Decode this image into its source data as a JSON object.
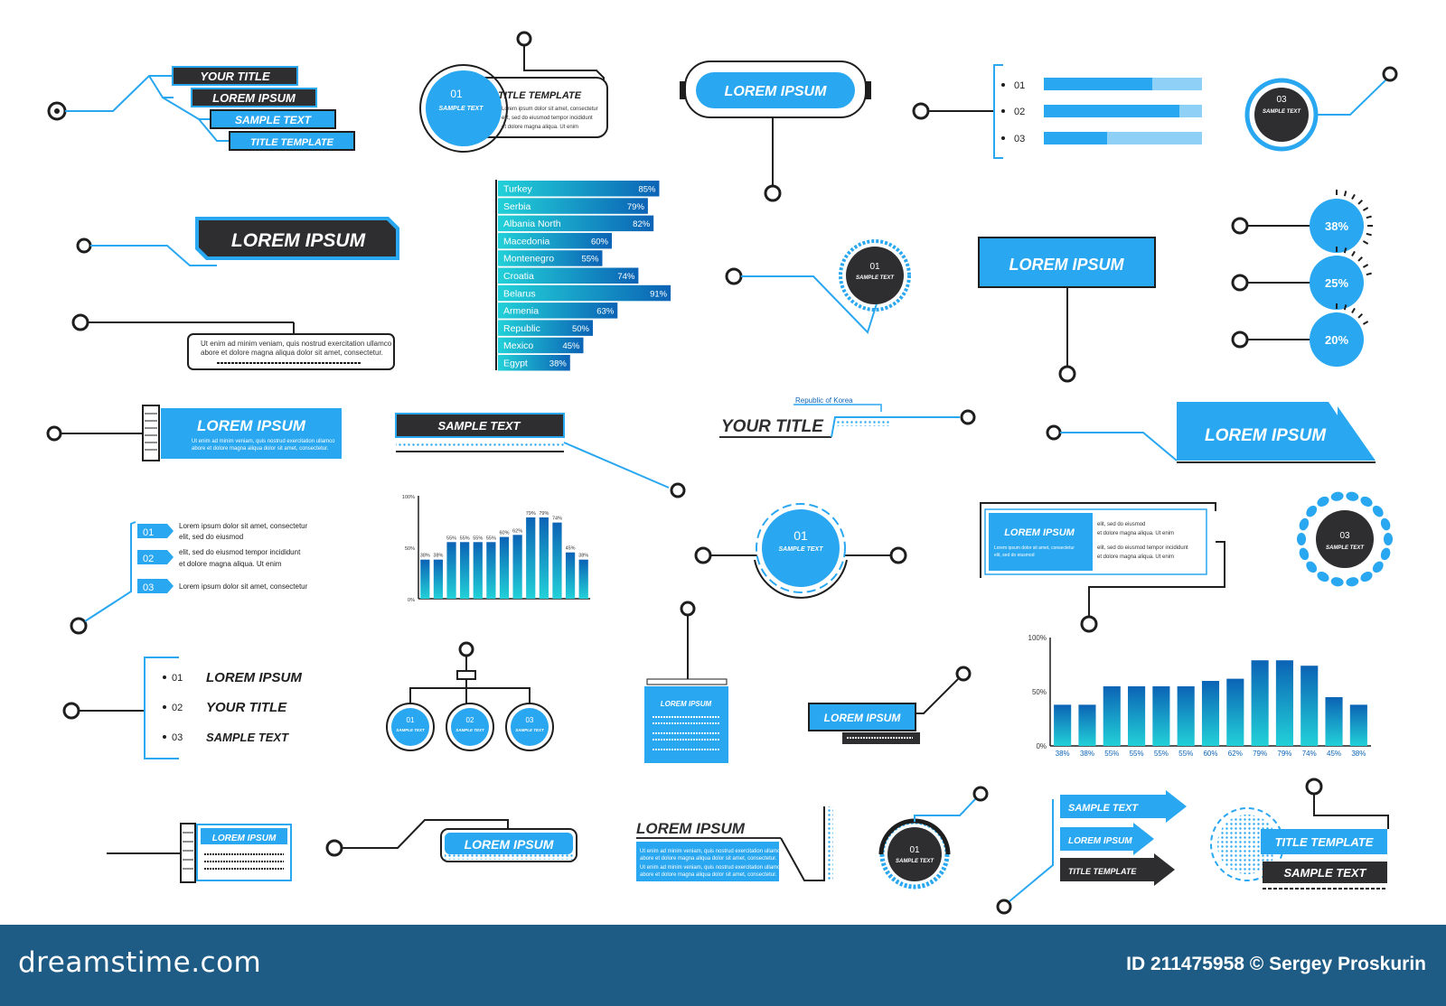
{
  "colors": {
    "blue": "#29a7f0",
    "dark": "#2e2e30",
    "line": "#1e1e1e",
    "deep": "#0b63b5",
    "cyan": "#22d1d8",
    "footer": "#1f5c85"
  },
  "labels": {
    "your_title": "YOUR TITLE",
    "lorem_ipsum": "LOREM IPSUM",
    "sample_text": "SAMPLE TEXT",
    "title_template": "TITLE TEMPLATE",
    "n01": "01",
    "n02": "02",
    "n03": "03",
    "republic_of_korea": "Republic of Korea",
    "lorem_short": "Lorem ipsum dolor sit amet, consectetur",
    "elit_line": "elit, sed do eiusmod",
    "tempor_line": "et dolore magna aliqua. Ut enim",
    "elit_tempor": "elit, sed do eiusmod tempor incididunt",
    "magna_line": "et dolore magna aliqua. Ut enim",
    "ut_enim": "Ut enim ad minim veniam, quis nostrud exercitation ullamco",
    "ut_enim2": "abore et dolore magna aliqua dolor sit amet, consectetur.",
    "ut_enim3": "et dolore magna aliqua. Ut enim",
    "text_block": "Lorem ipsum dolor sit amet, consectetur elit, sed do eiusmod tempor incididunt et dolore magna aliqua. Ut enim",
    "text_block2": "elit, sed do eiusmod tempor incididunt ut labore et dolore magna aliqua."
  },
  "footer": {
    "logo": "dreamstime.com",
    "credit": "ID 211475958 © Sergey Proskurin"
  },
  "chart_data": [
    {
      "type": "bar",
      "orientation": "horizontal",
      "categories": [
        "Turkey",
        "Serbia",
        "Albania North",
        "Macedonia",
        "Montenegro",
        "Croatia",
        "Belarus",
        "Armenia",
        "Republic",
        "Mexico",
        "Egypt"
      ],
      "values": [
        85,
        79,
        82,
        60,
        55,
        74,
        91,
        63,
        50,
        45,
        38
      ],
      "value_labels": [
        "85%",
        "79%",
        "82%",
        "60%",
        "55%",
        "74%",
        "91%",
        "63%",
        "50%",
        "45%",
        "38%"
      ]
    },
    {
      "type": "bar",
      "yticks": [
        "100%",
        "50%",
        "0%"
      ],
      "ylim": [
        0,
        100
      ],
      "values": [
        38,
        38,
        55,
        55,
        55,
        55,
        60,
        62,
        79,
        79,
        74,
        45,
        38
      ],
      "value_labels": [
        "38%",
        "38%",
        "55%",
        "55%",
        "55%",
        "55%",
        "60%",
        "62%",
        "79%",
        "79%",
        "74%",
        "45%",
        "38%"
      ]
    },
    {
      "type": "bar",
      "yticks": [
        "100%",
        "50%",
        "0%"
      ],
      "ylim": [
        0,
        100
      ],
      "values": [
        38,
        38,
        55,
        55,
        55,
        55,
        60,
        62,
        79,
        79,
        74,
        45,
        38
      ],
      "value_labels": [
        "38%",
        "38%",
        "55%",
        "55%",
        "55%",
        "55%",
        "60%",
        "62%",
        "79%",
        "79%",
        "74%",
        "45%",
        "38%"
      ]
    },
    {
      "type": "pie",
      "values": [
        38,
        25,
        20
      ],
      "value_labels": [
        "38%",
        "25%",
        "20%"
      ]
    }
  ]
}
